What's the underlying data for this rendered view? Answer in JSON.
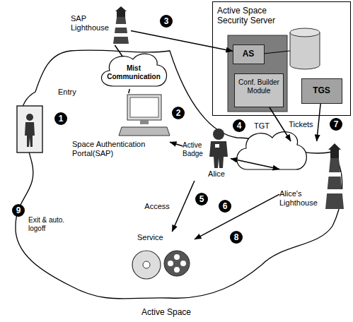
{
  "diagram": {
    "nodes": [
      {
        "text": [
          "Active Space Security Server"
        ]
      },
      {
        "text": [
          "AS"
        ],
        "in": 0
      },
      {
        "text": [
          "Conf. Builder Module"
        ],
        "in": 0
      },
      {
        "text": [
          "TGS"
        ],
        "in": 0
      },
      {
        "text": [
          "SAP Lighthouse"
        ]
      },
      {
        "text": [
          "Mist Communication"
        ]
      },
      {
        "text": [
          "Space Authentication Portal(SAP)"
        ]
      },
      {
        "text": [
          "Active Badge",
          "Alice"
        ]
      },
      {
        "text": [
          "Alice's Lighthouse"
        ]
      },
      {
        "text": [
          "Service"
        ]
      }
    ],
    "edges": [
      {
        "from": 4,
        "to": 1,
        "arrow": "to"
      },
      {
        "from": 5,
        "to": 4,
        "arrow": "none"
      },
      {
        "from": 5,
        "to": 6,
        "arrow": "none"
      },
      {
        "from": 7,
        "to": 6,
        "arrow": "to"
      },
      {
        "from": 2,
        "to": 8,
        "label": "TGT",
        "arrow": "to"
      },
      {
        "from": 3,
        "to": 8,
        "label": "Tickets",
        "arrow": "to"
      },
      {
        "from": 7,
        "to": 8,
        "arrow": "both"
      },
      {
        "from": 7,
        "to": 9,
        "label": "Access",
        "arrow": "to"
      },
      {
        "from": 8,
        "to": 9,
        "arrow": "to"
      }
    ],
    "labels": [
      "1",
      "2",
      "3",
      "4",
      "5",
      "6",
      "7",
      "8",
      "9",
      "Entry",
      "Exit & auto. logoff",
      "Active Space"
    ]
  }
}
